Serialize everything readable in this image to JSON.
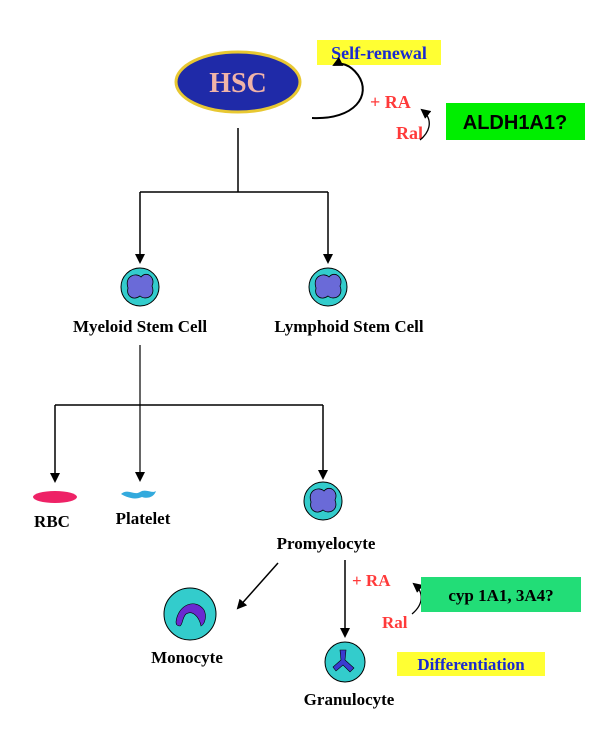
{
  "colors": {
    "hsc_fill": "#1f2aa8",
    "hsc_stroke": "#e8c832",
    "hsc_text": "#f0b4a8",
    "highlight_yellow": "#ffff33",
    "label_blue": "#1a2ad0",
    "ra_red": "#ff3a3a",
    "aldh_green": "#00ee00",
    "cyp_green": "#22dd77",
    "cell_outer": "#33cccc",
    "cell_nucleus": "#6a6ad8",
    "rbc": "#ee2266",
    "platelet": "#33aadd",
    "line": "#000000"
  },
  "nodes": {
    "hsc": "HSC",
    "self_renewal": "Self-renewal",
    "aldh": "ALDH1A1?",
    "myeloid": "Myeloid Stem Cell",
    "lymphoid": "Lymphoid Stem Cell",
    "rbc": "RBC",
    "platelet": "Platelet",
    "promyelocyte": "Promyelocyte",
    "monocyte": "Monocyte",
    "granulocyte": "Granulocyte",
    "cyp": "cyp 1A1, 3A4?",
    "differentiation": "Differentiation"
  },
  "regulators": {
    "top_ra": "+ RA",
    "top_ral": "Ral",
    "bottom_ra": "+ RA",
    "bottom_ral": "Ral"
  }
}
